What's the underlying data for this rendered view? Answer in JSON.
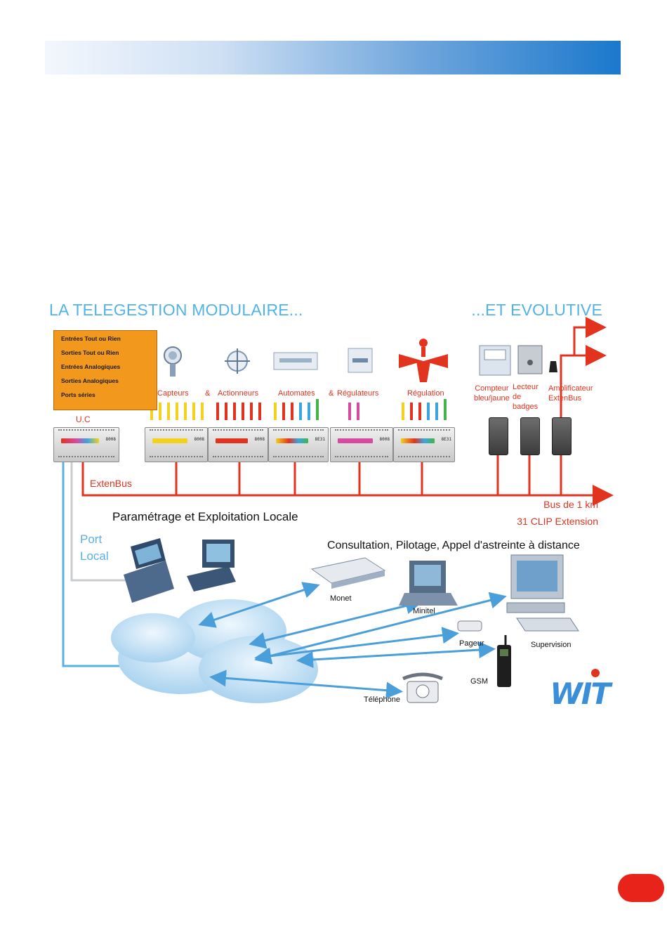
{
  "header_band": {
    "accent_color": "#1b78cc"
  },
  "diagram": {
    "title_left": "LA TELEGESTION MODULAIRE...",
    "title_right": "...ET EVOLUTIVE",
    "legend": {
      "items": [
        "Entrées Tout ou Rien",
        "Sorties Tout ou Rien",
        "Entrées Analogiques",
        "Sorties Analogiques",
        "Ports séries"
      ]
    },
    "uc_label": "U.C",
    "categories": {
      "capteurs": "Capteurs",
      "amp1": "&",
      "actionneurs": "Actionneurs",
      "automates": "Automates",
      "amp2": "&",
      "regulateurs": "Régulateurs",
      "regulation": "Régulation"
    },
    "devices": {
      "compteur": [
        "Compteur",
        "bleu/jaune"
      ],
      "lecteur": [
        "Lecteur",
        "de",
        "badges"
      ],
      "amplificateur": [
        "Amplificateur",
        "ExtenBus"
      ]
    },
    "module_codes": [
      "8008",
      "8008",
      "8008",
      "8E31",
      "8008",
      "8E31"
    ],
    "extenbus_label": "ExtenBus",
    "bus_label_1": "Bus de 1 km",
    "bus_label_2": "31 CLIP Extension",
    "local_title": "Paramétrage et Exploitation Locale",
    "port_local": [
      "Port",
      "Local"
    ],
    "remote_title": "Consultation, Pilotage, Appel d'astreinte à distance",
    "remote_devices": {
      "monet": "Monet",
      "minitel": "Minitel",
      "supervision": "Supervision",
      "pageur": "Pageur",
      "gsm": "GSM",
      "telephone": "Téléphone"
    },
    "logo_text": "WIT"
  },
  "colors": {
    "bus_red": "#e2331f",
    "link_blue": "#5ab0e2",
    "legend_orange": "#f2981c",
    "page_badge": "#e8231a"
  }
}
